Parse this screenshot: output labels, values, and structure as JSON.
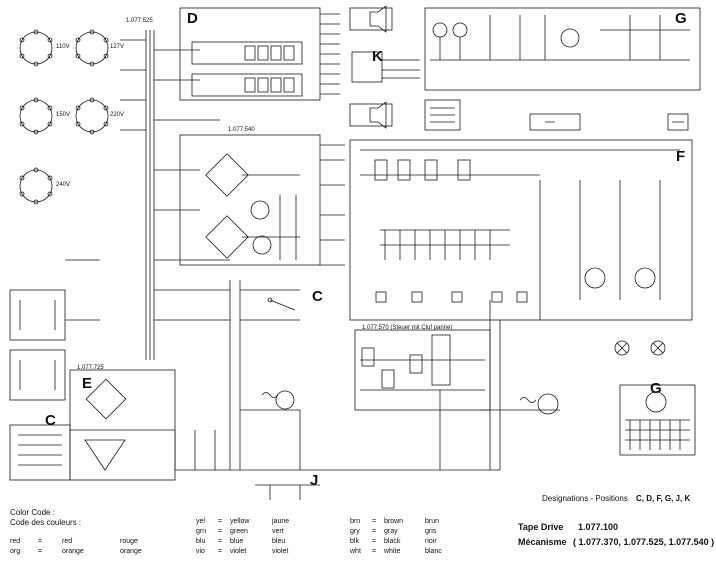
{
  "sections": {
    "D": "D",
    "E": "E",
    "F": "F",
    "G_top": "G",
    "G_right": "G",
    "K": "K",
    "C_mid": "C",
    "C_left": "C",
    "J": "J"
  },
  "part_numbers": {
    "transformer": "1.077.525",
    "supply_board": "1.077.540",
    "motor_board": "1.077.725",
    "control_board": "1.077.570 (Steuer mit Cluf panne)"
  },
  "voltages": [
    "110V",
    "127V",
    "150V",
    "220V",
    "240V"
  ],
  "color_code": {
    "title_en": "Color Code :",
    "title_fr": "Code des couleurs :",
    "entries": [
      {
        "abbr": "red",
        "en": "red",
        "fr": "rouge"
      },
      {
        "abbr": "org",
        "en": "orange",
        "fr": "orange"
      },
      {
        "abbr": "yel",
        "en": "yellow",
        "fr": "jaune"
      },
      {
        "abbr": "grn",
        "en": "green",
        "fr": "vert"
      },
      {
        "abbr": "blu",
        "en": "blue",
        "fr": "bleu"
      },
      {
        "abbr": "vio",
        "en": "violet",
        "fr": "violet"
      },
      {
        "abbr": "brn",
        "en": "brown",
        "fr": "brun"
      },
      {
        "abbr": "gry",
        "en": "gray",
        "fr": "gris"
      },
      {
        "abbr": "blk",
        "en": "black",
        "fr": "noir"
      },
      {
        "abbr": "wht",
        "en": "white",
        "fr": "blanc"
      }
    ]
  },
  "designations": "Designations - Positions",
  "designation_letters": "C, D, F, G, J, K",
  "tape_drive": {
    "label": "Tape Drive",
    "number": "1.077.100"
  },
  "mecanisme": {
    "label": "Mécanisme",
    "numbers": "( 1.077.370,   1.077.525,   1.077.540 )"
  },
  "colors": {
    "ink": "#1a1a1a",
    "paper": "#ffffff"
  }
}
